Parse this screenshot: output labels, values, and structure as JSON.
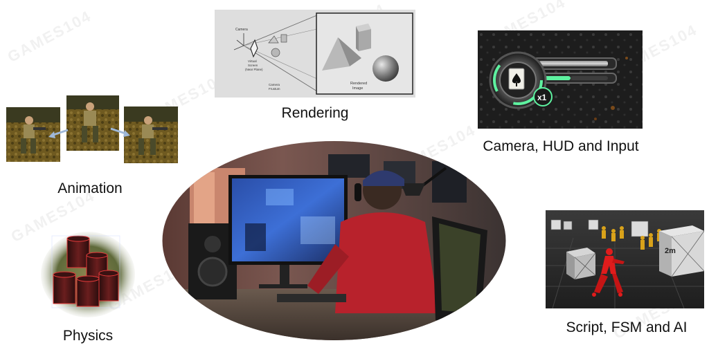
{
  "watermarks": [
    "GAMES104",
    "GAMES104",
    "GAMES104",
    "GAMES104",
    "GAMES104",
    "GAMES104",
    "GAMES104",
    "GAMES104",
    "GAMES104"
  ],
  "modules": {
    "rendering": {
      "caption": "Rendering",
      "camera_label": "Camera",
      "screen_label_1": "Virtual",
      "screen_label_2": "Screen",
      "screen_label_3": "(Near Plane)",
      "frustum_label_1": "Camera",
      "frustum_label_2": "Frustum",
      "image_label_1": "Rendered",
      "image_label_2": "Image"
    },
    "camera_hud_input": {
      "caption": "Camera, HUD and Input",
      "multiplier": "x1"
    },
    "animation": {
      "caption": "Animation"
    },
    "physics": {
      "caption": "Physics"
    },
    "script_fsm_ai": {
      "caption": "Script, FSM and AI",
      "box_label": "2m"
    }
  },
  "colors": {
    "caption_text": "#111111",
    "watermark": "#f1f1f1",
    "hud_accent": "#5ef2a0",
    "hoodie": "#b8222c",
    "monitor_glow": "#3d6fd6",
    "ai_agent": "#e01c1c",
    "ai_crowd": "#d9a21a"
  }
}
